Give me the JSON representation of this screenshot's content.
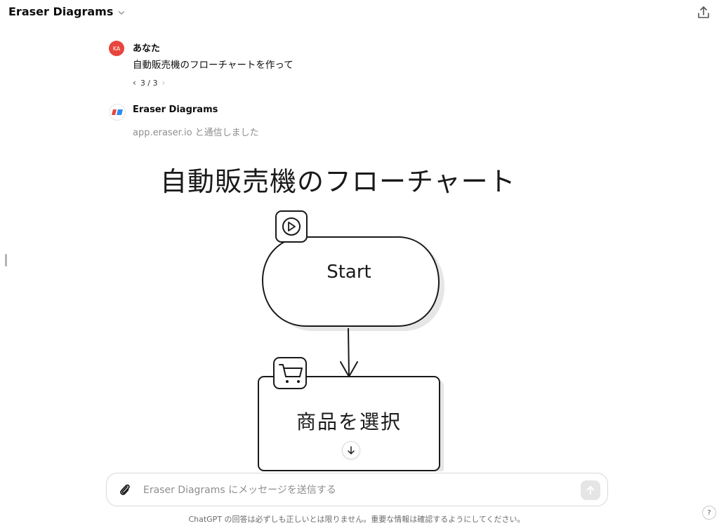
{
  "header": {
    "model_name": "Eraser Diagrams"
  },
  "conversation": {
    "user_message": {
      "avatar_initials": "KA",
      "author": "あなた",
      "text": "自動販売機のフローチャートを作って",
      "pager": "3 / 3"
    },
    "bot_message": {
      "author": "Eraser Diagrams",
      "status": "app.eraser.io と通信しました"
    }
  },
  "diagram": {
    "title": "自動販売機のフローチャート",
    "nodes": [
      {
        "label": "Start",
        "icon": "play-icon",
        "shape": "terminator"
      },
      {
        "label": "商品を選択",
        "icon": "cart-icon",
        "shape": "process"
      }
    ]
  },
  "composer": {
    "placeholder": "Eraser Diagrams にメッセージを送信する"
  },
  "footer": {
    "disclaimer": "ChatGPT の回答は必ずしも正しいとは限りません。重要な情報は確認するようにしてください。",
    "help_label": "?"
  },
  "colors": {
    "avatar_bg": "#e8453c",
    "eraser_red": "#e8453c",
    "eraser_blue": "#2d8cf0"
  }
}
